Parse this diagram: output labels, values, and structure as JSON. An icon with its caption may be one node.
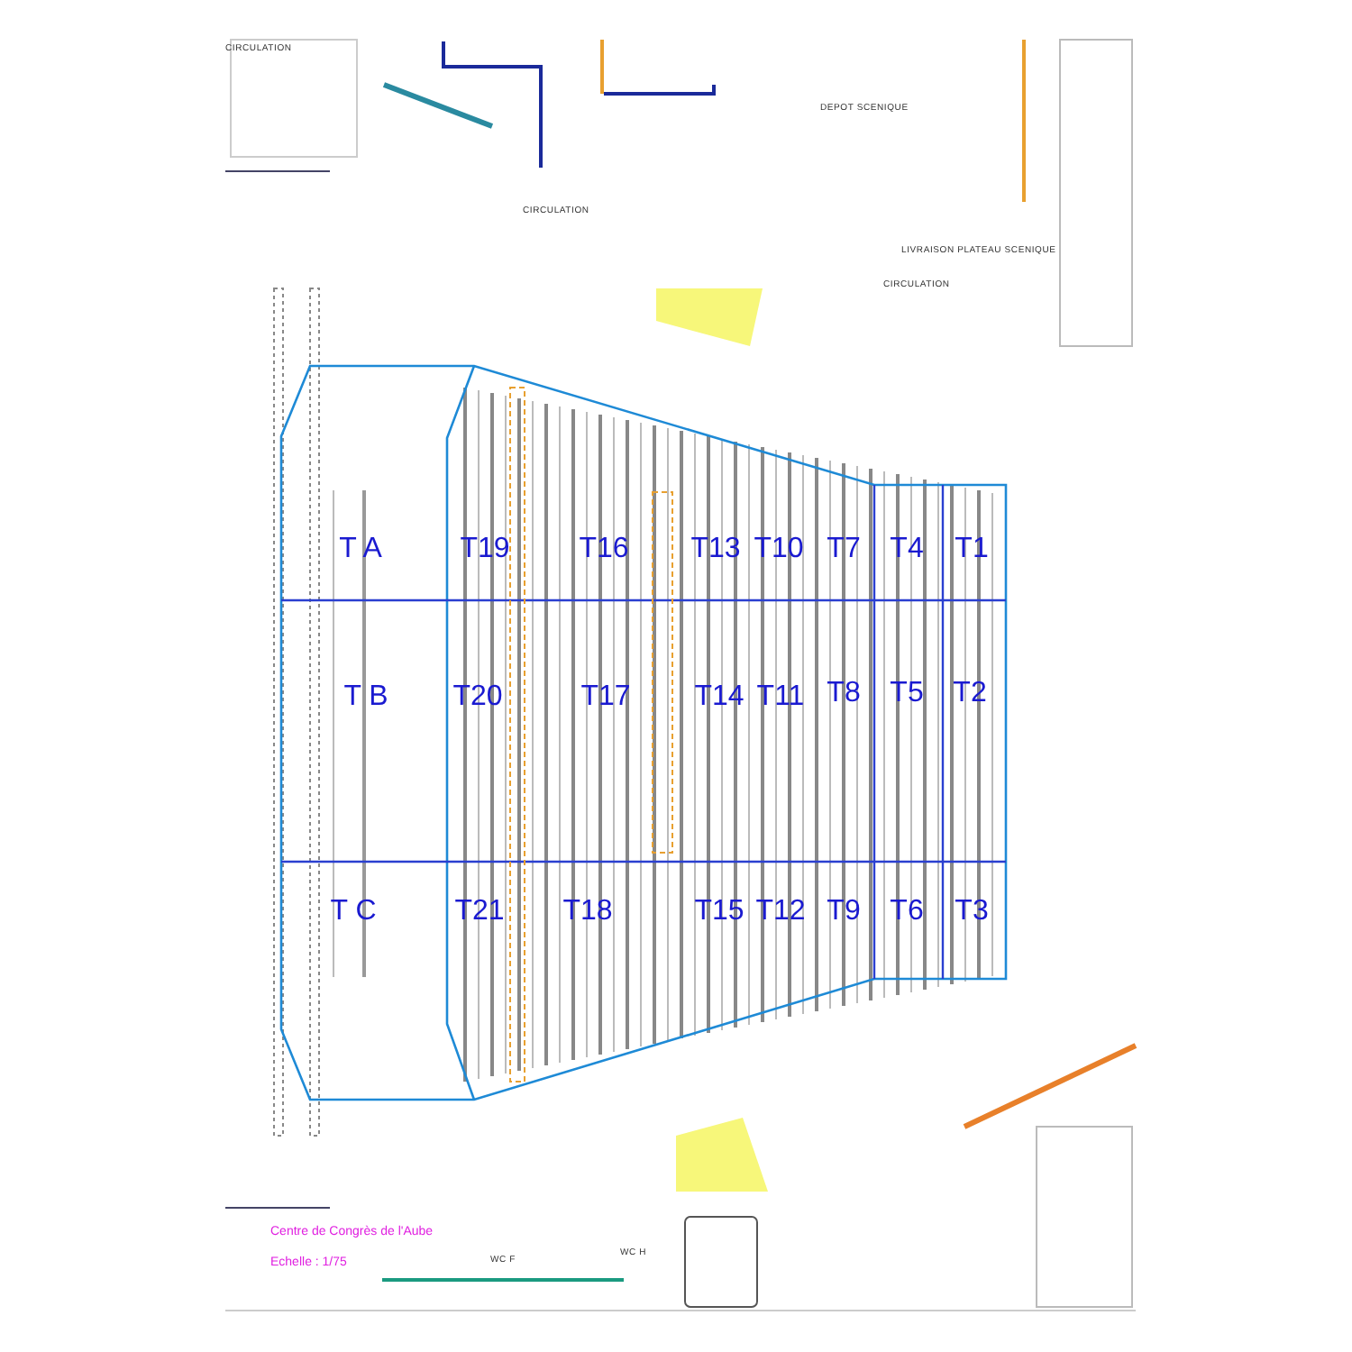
{
  "diagram": {
    "labels": [
      "CIRCULATION",
      "DEPOT SCENIQUE",
      "CIRCULATION",
      "LIVRAISON PLATEAU SCENIQUE",
      "CIRCULATION",
      "T A",
      "T19",
      "T16",
      "T13",
      "T10",
      "T7",
      "T4",
      "T1",
      "T B",
      "T20",
      "T17",
      "T14",
      "T11",
      "T8",
      "T5",
      "T2",
      "T C",
      "T21",
      "T18",
      "T15",
      "T12",
      "T9",
      "T6",
      "T3",
      "Centre de Congrès de l'Aube",
      "Echelle : 1/75",
      "WC F",
      "WC H"
    ]
  }
}
